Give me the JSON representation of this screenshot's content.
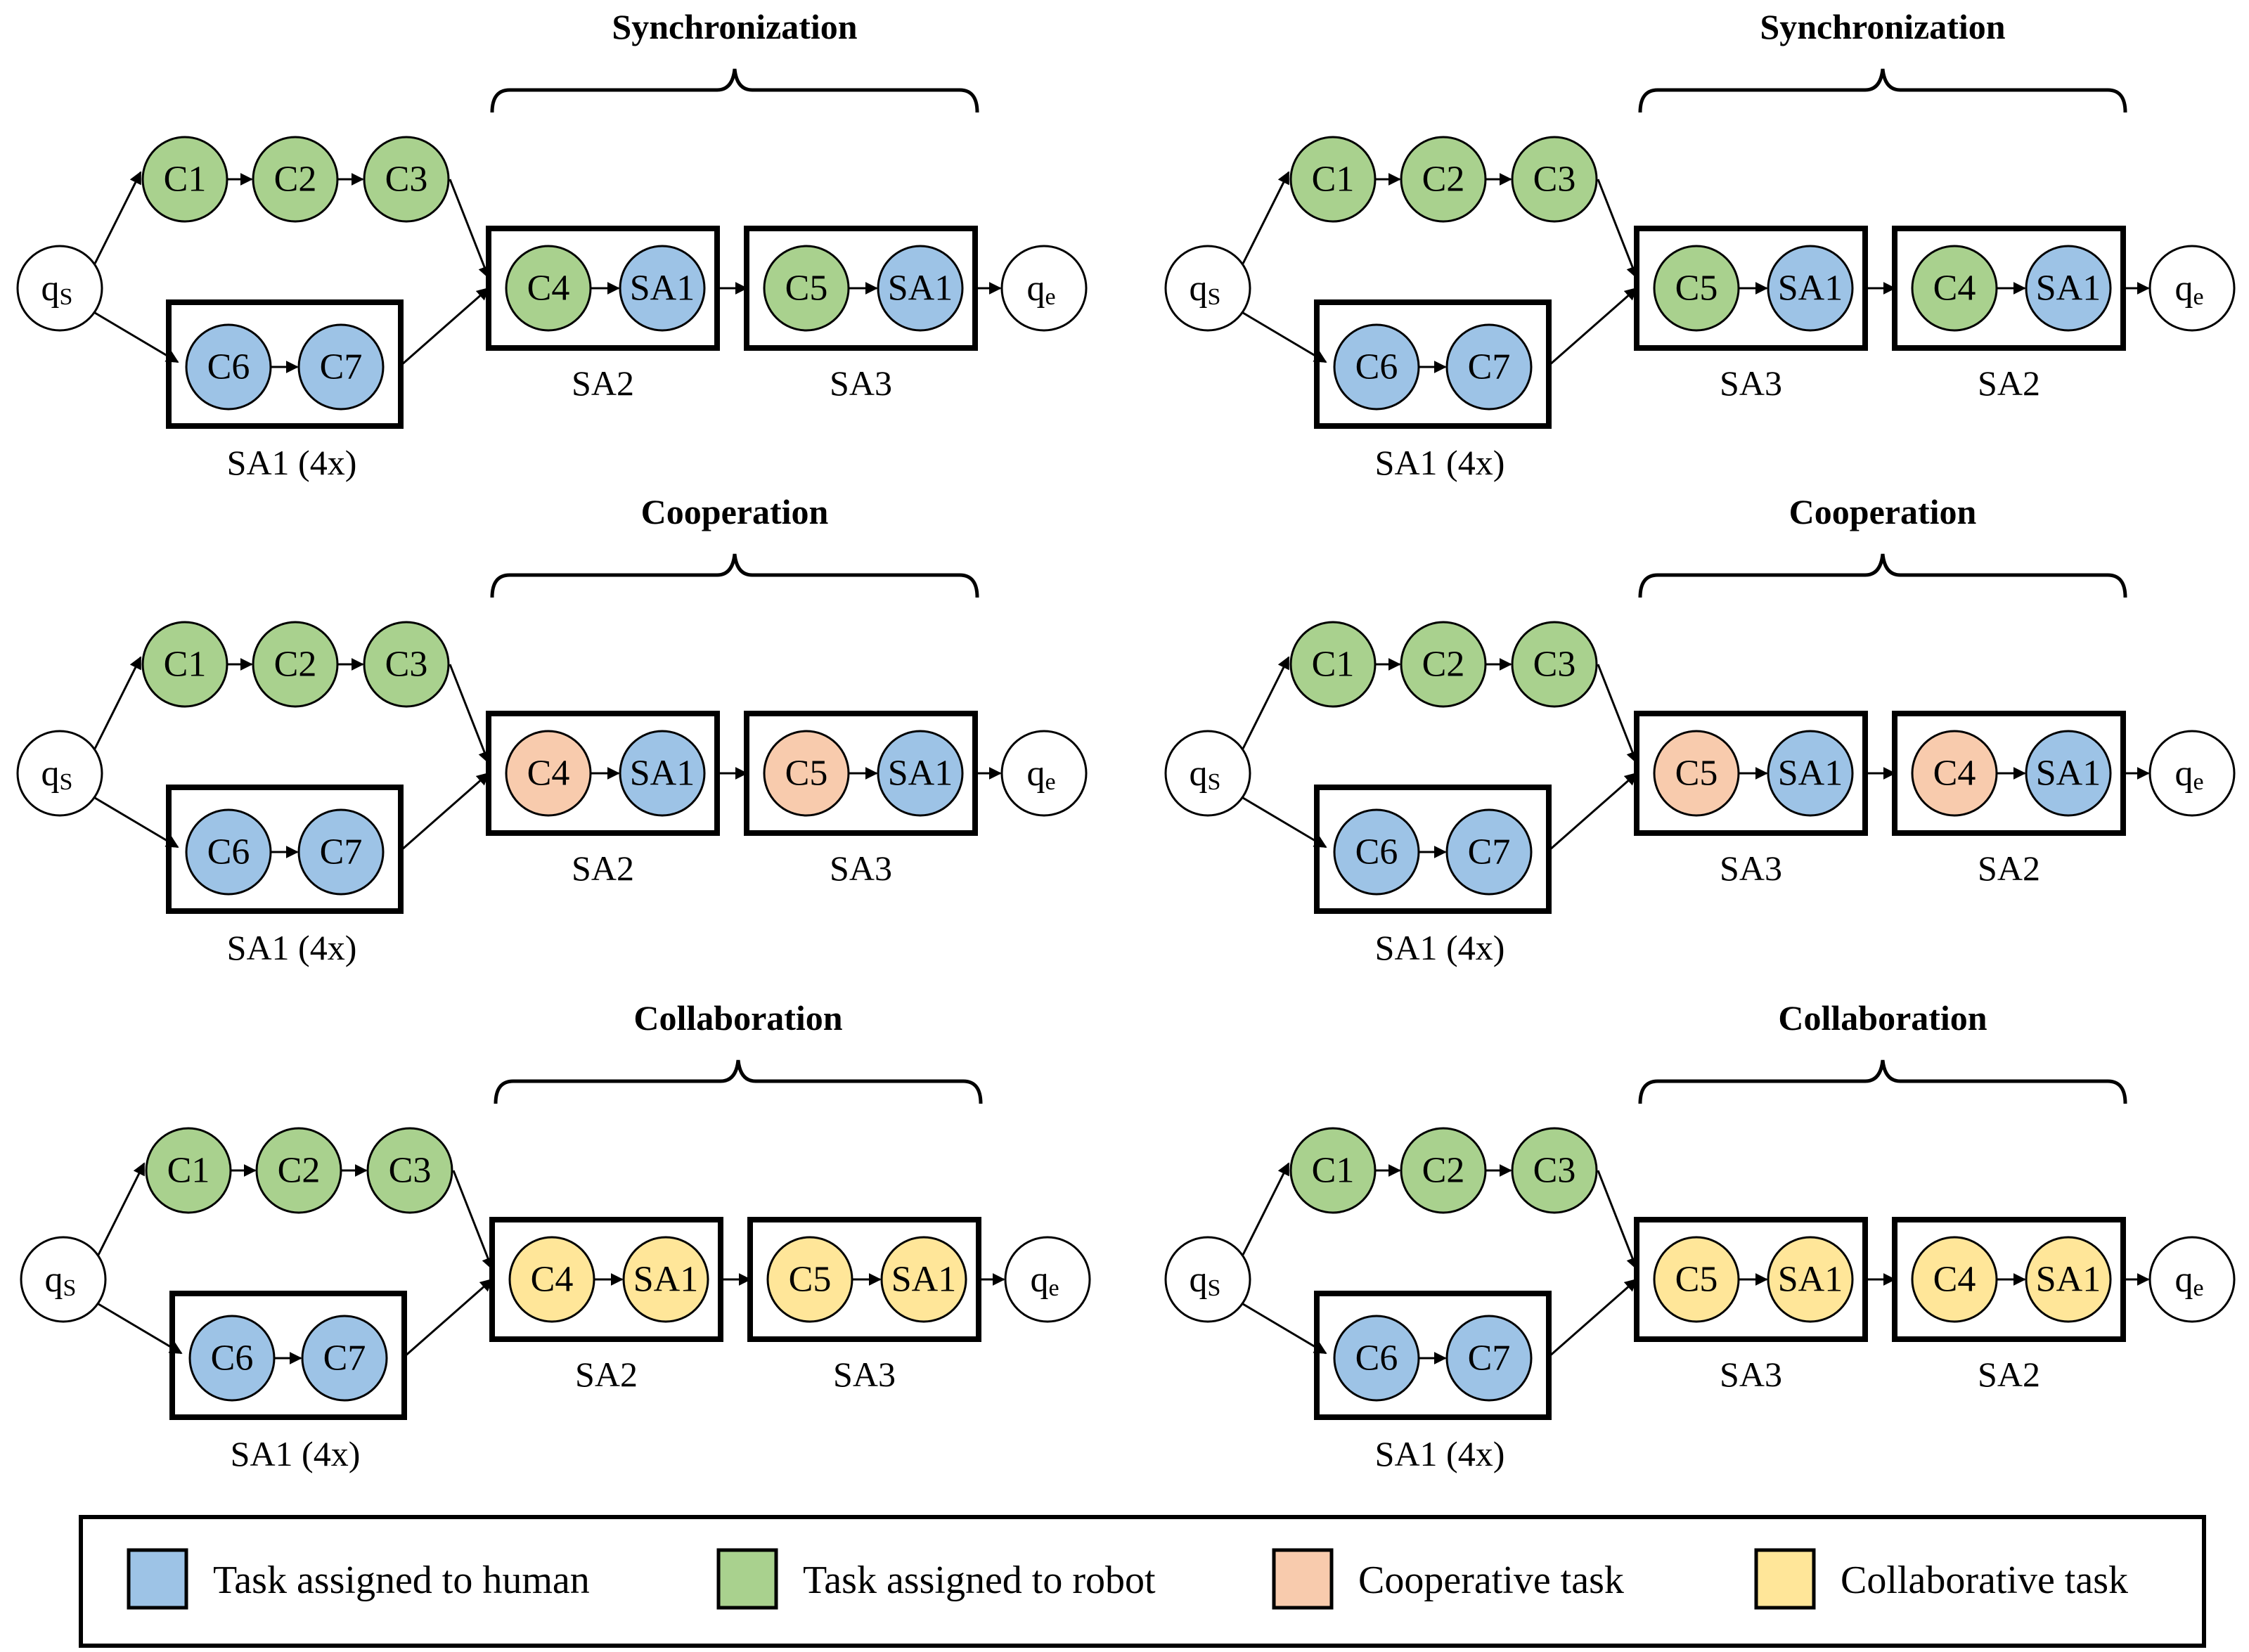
{
  "colors": {
    "human": "#9dc3e6",
    "robot": "#a9d18e",
    "cooperative": "#f8cbad",
    "collaborative": "#ffe699",
    "stroke": "#000000",
    "background": "#ffffff"
  },
  "start_node": {
    "main": "q",
    "sub": "S"
  },
  "end_node": {
    "main": "q",
    "sub": "e"
  },
  "panels": [
    {
      "title": "Synchronization",
      "top_chain": [
        "C1",
        "C2",
        "C3"
      ],
      "sa1_group": {
        "nodes": [
          "C6",
          "C7"
        ],
        "label": "SA1 (4x)"
      },
      "groups": [
        {
          "label": "SA2",
          "nodes": [
            {
              "text": "C4",
              "kind": "robot"
            },
            {
              "text": "SA1",
              "kind": "human"
            }
          ]
        },
        {
          "label": "SA3",
          "nodes": [
            {
              "text": "C5",
              "kind": "robot"
            },
            {
              "text": "SA1",
              "kind": "human"
            }
          ]
        }
      ]
    },
    {
      "title": "Synchronization",
      "top_chain": [
        "C1",
        "C2",
        "C3"
      ],
      "sa1_group": {
        "nodes": [
          "C6",
          "C7"
        ],
        "label": "SA1 (4x)"
      },
      "groups": [
        {
          "label": "SA3",
          "nodes": [
            {
              "text": "C5",
              "kind": "robot"
            },
            {
              "text": "SA1",
              "kind": "human"
            }
          ]
        },
        {
          "label": "SA2",
          "nodes": [
            {
              "text": "C4",
              "kind": "robot"
            },
            {
              "text": "SA1",
              "kind": "human"
            }
          ]
        }
      ]
    },
    {
      "title": "Cooperation",
      "top_chain": [
        "C1",
        "C2",
        "C3"
      ],
      "sa1_group": {
        "nodes": [
          "C6",
          "C7"
        ],
        "label": "SA1 (4x)"
      },
      "groups": [
        {
          "label": "SA2",
          "nodes": [
            {
              "text": "C4",
              "kind": "cooperative"
            },
            {
              "text": "SA1",
              "kind": "human"
            }
          ]
        },
        {
          "label": "SA3",
          "nodes": [
            {
              "text": "C5",
              "kind": "cooperative"
            },
            {
              "text": "SA1",
              "kind": "human"
            }
          ]
        }
      ]
    },
    {
      "title": "Cooperation",
      "top_chain": [
        "C1",
        "C2",
        "C3"
      ],
      "sa1_group": {
        "nodes": [
          "C6",
          "C7"
        ],
        "label": "SA1 (4x)"
      },
      "groups": [
        {
          "label": "SA3",
          "nodes": [
            {
              "text": "C5",
              "kind": "cooperative"
            },
            {
              "text": "SA1",
              "kind": "human"
            }
          ]
        },
        {
          "label": "SA2",
          "nodes": [
            {
              "text": "C4",
              "kind": "cooperative"
            },
            {
              "text": "SA1",
              "kind": "human"
            }
          ]
        }
      ]
    },
    {
      "title": "Collaboration",
      "top_chain": [
        "C1",
        "C2",
        "C3"
      ],
      "sa1_group": {
        "nodes": [
          "C6",
          "C7"
        ],
        "label": "SA1 (4x)"
      },
      "groups": [
        {
          "label": "SA2",
          "nodes": [
            {
              "text": "C4",
              "kind": "collaborative"
            },
            {
              "text": "SA1",
              "kind": "collaborative"
            }
          ]
        },
        {
          "label": "SA3",
          "nodes": [
            {
              "text": "C5",
              "kind": "collaborative"
            },
            {
              "text": "SA1",
              "kind": "collaborative"
            }
          ]
        }
      ]
    },
    {
      "title": "Collaboration",
      "top_chain": [
        "C1",
        "C2",
        "C3"
      ],
      "sa1_group": {
        "nodes": [
          "C6",
          "C7"
        ],
        "label": "SA1 (4x)"
      },
      "groups": [
        {
          "label": "SA3",
          "nodes": [
            {
              "text": "C5",
              "kind": "collaborative"
            },
            {
              "text": "SA1",
              "kind": "collaborative"
            }
          ]
        },
        {
          "label": "SA2",
          "nodes": [
            {
              "text": "C4",
              "kind": "collaborative"
            },
            {
              "text": "SA1",
              "kind": "collaborative"
            }
          ]
        }
      ]
    }
  ],
  "legend": [
    {
      "label": "Task assigned to human",
      "kind": "human"
    },
    {
      "label": "Task assigned to robot",
      "kind": "robot"
    },
    {
      "label": "Cooperative task",
      "kind": "cooperative"
    },
    {
      "label": "Collaborative task",
      "kind": "collaborative"
    }
  ]
}
